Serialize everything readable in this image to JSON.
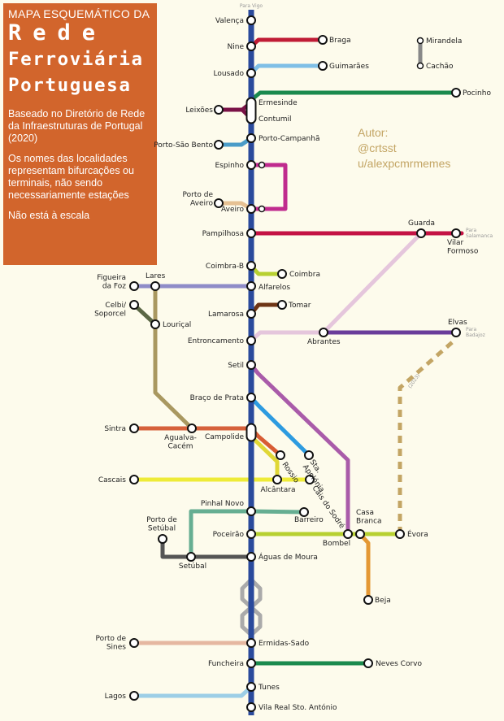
{
  "title": {
    "top": "MAPA ESQUEMÁTICO DA",
    "rede": "Rede",
    "ferroviaria": "Ferroviária",
    "portuguesa": "Portuguesa",
    "note_1": "Baseado no Diretório de Rede da Infraestruturas de Portugal (2020)",
    "note_2": "Os nomes das localidades representam bifurcações ou terminais, não sendo necessariamente estações",
    "note_3": "Não está à escala"
  },
  "author": {
    "label": "Autor:",
    "handle_1": "@crtsst",
    "handle_2": "u/alexpcmrmemes"
  },
  "direction_labels": {
    "vigo": "Para Vigo",
    "salamanca_1": "Para",
    "salamanca_2": "Salamanca",
    "badajoz_1": "Para",
    "badajoz_2": "Badajoz",
    "future_year": "(2023)"
  },
  "colors": {
    "background": "#fdfbec",
    "title_box": "#d2652c",
    "main_line": "#2a4a9c",
    "braga": "#c01c36",
    "guimaraes": "#7fbfe6",
    "douro": "#1b8a4e",
    "leixoes": "#7a1247",
    "porto_sao_bento": "#4a9cc8",
    "espinho_aveiro": "#c02b8e",
    "aveiro_port": "#e6c193",
    "beira_alta": "#c41244",
    "coimbra": "#b7d031",
    "oeste": "#8f8cc8",
    "figueira_lares": "#a99860",
    "soporcel": "#5a6644",
    "tomar": "#6e3515",
    "beira_baixa": "#e5c6dc",
    "elvas": "#6a3c9a",
    "future_evora_elvas": "#c3a564",
    "sintra": "#d6613b",
    "setil_bombel": "#a95ba9",
    "azambuja": "#2d9be0",
    "rossio": "#d85c34",
    "cascais": "#eeeb37",
    "alcantara": "#e0d735",
    "setubal_pinhal": "#66ae92",
    "setubal_port": "#555555",
    "alentejo": "#b7d031",
    "beja": "#e49834",
    "sines": "#e5b7a0",
    "neves_corvo": "#1b8a4e",
    "lagos": "#9ccee6",
    "mirandela": "#888888",
    "gray_loop": "#aaaaaa"
  },
  "stations": {
    "valenca": "Valença",
    "nine": "Nine",
    "braga": "Braga",
    "lousado": "Lousado",
    "guimaraes": "Guimarães",
    "mirandela": "Mirandela",
    "cachao": "Cachão",
    "ermesinde": "Ermesinde",
    "pocinho": "Pocinho",
    "leixoes": "Leixões",
    "contumil": "Contumil",
    "porto_sao_bento": "Porto-São Bento",
    "porto_campanha": "Porto-Campanhã",
    "espinho": "Espinho",
    "porto_de_aveiro": "Porto de Aveiro",
    "aveiro": "Aveiro",
    "pampilhosa": "Pampilhosa",
    "guarda": "Guarda",
    "vilar_formoso": "Vilar Formoso",
    "coimbra_b": "Coimbra-B",
    "coimbra": "Coimbra",
    "figueira_da_foz": "Figueira da Foz",
    "lares": "Lares",
    "alfarelos": "Alfarelos",
    "celbi": "Celbi/ Soporcel",
    "louricai": "Louriçal",
    "lamarosa": "Lamarosa",
    "tomar": "Tomar",
    "entroncamento": "Entroncamento",
    "abrantes": "Abrantes",
    "elvas": "Elvas",
    "setil": "Setil",
    "braco_de_prata": "Braço de Prata",
    "sintra": "Sintra",
    "agualva_cacem": "Agualva- Cacém",
    "campolide": "Campolide",
    "rossio": "Rossio",
    "sta_apolonia": "Sta. Apolónia",
    "cascais": "Cascais",
    "alcantara": "Alcântara",
    "cais_do_sodre": "Cais do Sodré",
    "pinhal_novo": "Pinhal Novo",
    "barreiro": "Barreiro",
    "porto_de_setubal": "Porto de Setúbal",
    "poceirao": "Poceirão",
    "bombel": "Bombel",
    "casa_branca": "Casa Branca",
    "evora": "Évora",
    "setubal": "Setúbal",
    "aguas_de_moura": "Águas de Moura",
    "beja": "Beja",
    "porto_de_sines": "Porto de Sines",
    "ermidas_sado": "Ermidas-Sado",
    "funcheira": "Funcheira",
    "neves_corvo": "Neves Corvo",
    "tunes": "Tunes",
    "lagos": "Lagos",
    "vila_real": "Vila Real Sto. António"
  }
}
